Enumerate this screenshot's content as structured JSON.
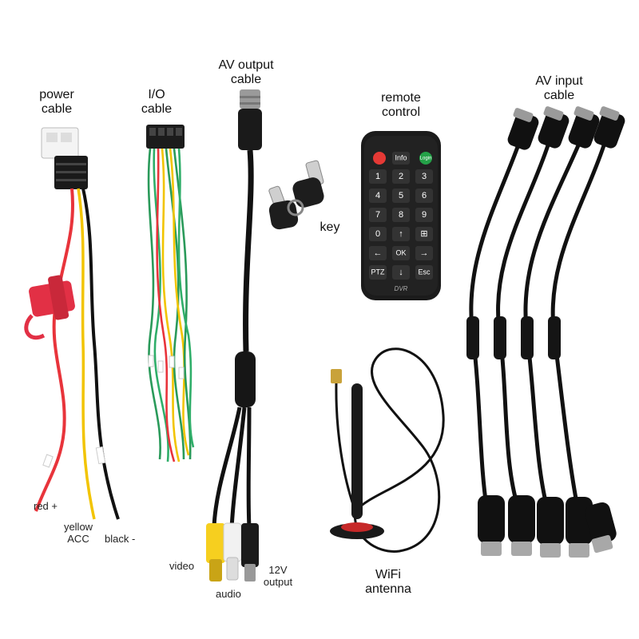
{
  "labels": {
    "power": [
      "power",
      "cable"
    ],
    "io": [
      "I/O",
      "cable"
    ],
    "av_output": [
      "AV output",
      "cable"
    ],
    "remote": [
      "remote",
      "control"
    ],
    "av_input": [
      "AV input",
      "cable"
    ],
    "key": "key",
    "wifi": [
      "WiFi",
      "antenna"
    ],
    "red": "red +",
    "yellow": [
      "yellow",
      "ACC"
    ],
    "black": "black -",
    "video": "video",
    "audio": "audio",
    "output12v": [
      "12V",
      "output"
    ]
  },
  "remote": {
    "top_row": [
      "Info",
      "Login"
    ],
    "digits": [
      "1",
      "2",
      "3",
      "4",
      "5",
      "6",
      "7",
      "8",
      "9",
      "0"
    ],
    "ok": "OK",
    "ptz": "PTZ",
    "esc": "Esc",
    "brand": "DVR"
  },
  "colors": {
    "cable_black": "#111111",
    "wire_red": "#e8343b",
    "wire_yellow": "#f2c400",
    "wire_green": "#2a9a5a",
    "rca_yellow": "#f6cf1f",
    "fuse_red": "#e23045"
  }
}
